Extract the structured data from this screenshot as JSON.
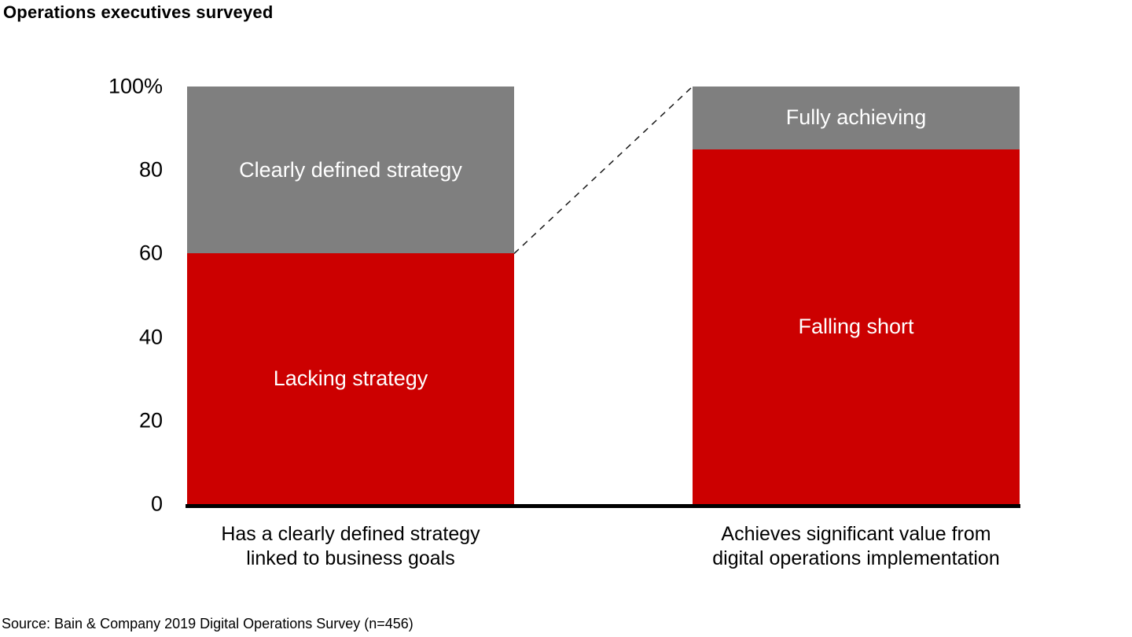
{
  "title": "Operations executives surveyed",
  "source": "Source: Bain & Company 2019 Digital Operations Survey (n=456)",
  "chart_data": {
    "type": "bar",
    "stacked": true,
    "title": "Operations executives surveyed",
    "xlabel": "",
    "ylabel": "",
    "ylim": [
      0,
      100
    ],
    "grid": false,
    "legend": "labels inside segments",
    "yticks": [
      {
        "label": "100%",
        "value": 100
      },
      {
        "label": "80",
        "value": 80
      },
      {
        "label": "60",
        "value": 60
      },
      {
        "label": "40",
        "value": 40
      },
      {
        "label": "20",
        "value": 20
      },
      {
        "label": "0",
        "value": 0
      }
    ],
    "bars": [
      {
        "category": "Has a clearly defined strategy linked to business goals",
        "category_lines": [
          "Has a clearly defined strategy",
          "linked to business goals"
        ],
        "segments": [
          {
            "label": "Lacking strategy",
            "value": 60,
            "color": "#cc0000",
            "text_color": "#ffffff"
          },
          {
            "label": "Clearly defined strategy",
            "value": 40,
            "color": "#7f7f7f",
            "text_color": "#ffffff"
          }
        ]
      },
      {
        "category": "Achieves significant value from digital operations implementation",
        "category_lines": [
          "Achieves significant value from",
          "digital operations implementation"
        ],
        "segments": [
          {
            "label": "Falling short",
            "value": 85,
            "color": "#cc0000",
            "text_color": "#ffffff"
          },
          {
            "label": "Fully achieving",
            "value": 15,
            "color": "#7f7f7f",
            "text_color": "#ffffff"
          }
        ]
      }
    ],
    "annotations": [
      {
        "type": "dashed-connector",
        "from_percent": 60,
        "from_bar": 0,
        "to_percent": 100,
        "to_bar": 1
      }
    ],
    "colors": {
      "red": "#cc0000",
      "gray": "#7f7f7f",
      "axis": "#000000",
      "background": "#ffffff",
      "connector": "#1a1a1a"
    }
  }
}
